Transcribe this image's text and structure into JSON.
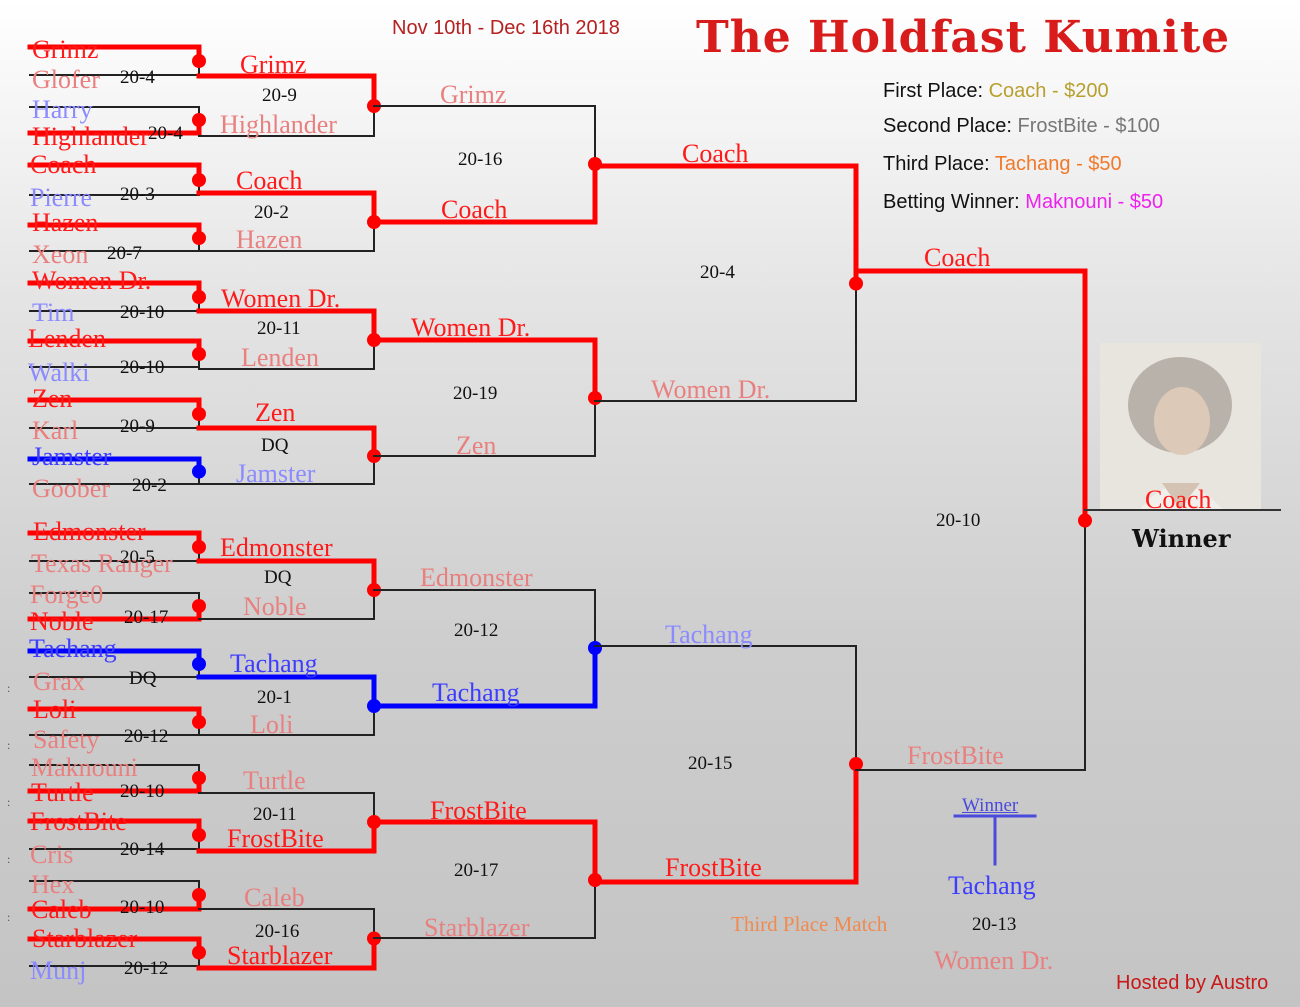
{
  "header": {
    "dates": "Nov 10th - Dec 16th 2018",
    "title": "The Holdfast Kumite"
  },
  "prizes": {
    "first_label": "First Place:",
    "first_value": "Coach - $200",
    "second_label": "Second Place:",
    "second_value": "FrostBite - $100",
    "third_label": "Third Place:",
    "third_value": "Tachang - $50",
    "betting_label": "Betting Winner:",
    "betting_value": "Maknouni - $50"
  },
  "colors": {
    "winner_line": "#ff0000",
    "blue_line": "#0000ff",
    "loser_line": "#222222",
    "first": "#b8a030",
    "second": "#777777",
    "third": "#f07a2a",
    "betting": "#ee22ee"
  },
  "round1": [
    {
      "top": "Grimz",
      "bottom": "Glofer",
      "score": "20-4"
    },
    {
      "top": "Harry",
      "bottom": "Highlander",
      "score": "20-4"
    },
    {
      "top": "Coach",
      "bottom": "Pierre",
      "score": "20-3"
    },
    {
      "top": "Hazen",
      "bottom": "Xeon",
      "score": "20-7"
    },
    {
      "top": "Women Dr.",
      "bottom": "Tim",
      "score": "20-10"
    },
    {
      "top": "Lenden",
      "bottom": "Walki",
      "score": "20-10"
    },
    {
      "top": "Zen",
      "bottom": "Karl",
      "score": "20-9"
    },
    {
      "top": "Jamster",
      "bottom": "Goober",
      "score": "20-2"
    },
    {
      "top": "Edmonster",
      "bottom": "Texas Ranger",
      "score": "20-5"
    },
    {
      "top": "Forge0",
      "bottom": "Noble",
      "score": "20-17"
    },
    {
      "top": "Tachang",
      "bottom": "Grax",
      "score": "DQ"
    },
    {
      "top": "Loli",
      "bottom": "Safety",
      "score": "20-12"
    },
    {
      "top": "Maknouni",
      "bottom": "Turtle",
      "score": "20-10"
    },
    {
      "top": "FrostBite",
      "bottom": "Cris",
      "score": "20-14"
    },
    {
      "top": "Hex",
      "bottom": "Caleb",
      "score": "20-10"
    },
    {
      "top": "Starblazer",
      "bottom": "Munj",
      "score": "20-12"
    }
  ],
  "round2": [
    {
      "top": "Grimz",
      "bottom": "Highlander",
      "score": "20-9"
    },
    {
      "top": "Coach",
      "bottom": "Hazen",
      "score": "20-2"
    },
    {
      "top": "Women Dr.",
      "bottom": "Lenden",
      "score": "20-11"
    },
    {
      "top": "Zen",
      "bottom": "Jamster",
      "score": "DQ"
    },
    {
      "top": "Edmonster",
      "bottom": "Noble",
      "score": "DQ"
    },
    {
      "top": "Tachang",
      "bottom": "Loli",
      "score": "20-1"
    },
    {
      "top": "Turtle",
      "bottom": "FrostBite",
      "score": "20-11"
    },
    {
      "top": "Caleb",
      "bottom": "Starblazer",
      "score": "20-16"
    }
  ],
  "round3": [
    {
      "top": "Grimz",
      "bottom": "Coach",
      "score": "20-16"
    },
    {
      "top": "Women Dr.",
      "bottom": "Zen",
      "score": "20-19"
    },
    {
      "top": "Edmonster",
      "bottom": "Tachang",
      "score": "20-12"
    },
    {
      "top": "FrostBite",
      "bottom": "Starblazer",
      "score": "20-17"
    }
  ],
  "round4": [
    {
      "top": "Coach",
      "bottom": "Women Dr.",
      "score": "20-4"
    },
    {
      "top": "Tachang",
      "bottom": "FrostBite",
      "score": "20-15"
    }
  ],
  "final": {
    "top": "Coach",
    "bottom": "FrostBite",
    "score": "20-10"
  },
  "champion": {
    "name": "Coach",
    "label": "Winner"
  },
  "third_place": {
    "label": "Third Place Match",
    "winner_label": "Winner",
    "winner": "Tachang",
    "score": "20-13",
    "loser": "Women Dr."
  },
  "footer": {
    "hosted": "Hosted by Austro"
  }
}
